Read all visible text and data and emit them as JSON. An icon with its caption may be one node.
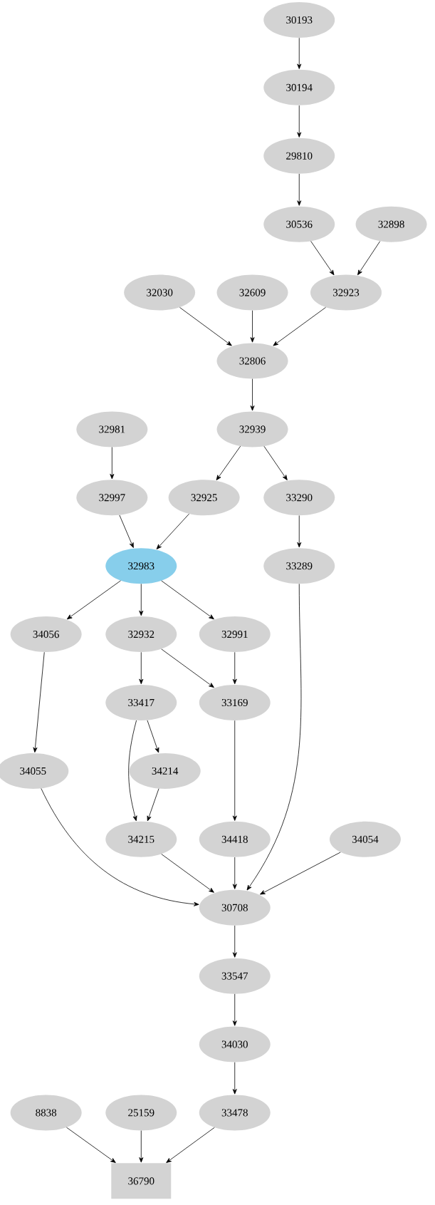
{
  "diagram": {
    "nodes": [
      {
        "text": [
          "30193"
        ]
      },
      {
        "text": [
          "30194"
        ]
      },
      {
        "text": [
          "29810"
        ]
      },
      {
        "text": [
          "30536"
        ]
      },
      {
        "text": [
          "32898"
        ]
      },
      {
        "text": [
          "32030"
        ]
      },
      {
        "text": [
          "32609"
        ]
      },
      {
        "text": [
          "32923"
        ]
      },
      {
        "text": [
          "32806"
        ]
      },
      {
        "text": [
          "32981"
        ]
      },
      {
        "text": [
          "32939"
        ]
      },
      {
        "text": [
          "32997"
        ]
      },
      {
        "text": [
          "32925"
        ]
      },
      {
        "text": [
          "33290"
        ]
      },
      {
        "text": [
          "32983"
        ]
      },
      {
        "text": [
          "33289"
        ]
      },
      {
        "text": [
          "34056"
        ]
      },
      {
        "text": [
          "32932"
        ]
      },
      {
        "text": [
          "32991"
        ]
      },
      {
        "text": [
          "33417"
        ]
      },
      {
        "text": [
          "33169"
        ]
      },
      {
        "text": [
          "34055"
        ]
      },
      {
        "text": [
          "34214"
        ]
      },
      {
        "text": [
          "34215"
        ]
      },
      {
        "text": [
          "34418"
        ]
      },
      {
        "text": [
          "34054"
        ]
      },
      {
        "text": [
          "30708"
        ]
      },
      {
        "text": [
          "33547"
        ]
      },
      {
        "text": [
          "34030"
        ]
      },
      {
        "text": [
          "8838"
        ]
      },
      {
        "text": [
          "25159"
        ]
      },
      {
        "text": [
          "33478"
        ]
      },
      {
        "text": [
          "36790"
        ]
      }
    ],
    "edges": [
      {
        "from": 0,
        "to": 1,
        "arrow": "to"
      },
      {
        "from": 1,
        "to": 2,
        "arrow": "to"
      },
      {
        "from": 2,
        "to": 3,
        "arrow": "to"
      },
      {
        "from": 3,
        "to": 7,
        "arrow": "to"
      },
      {
        "from": 4,
        "to": 7,
        "arrow": "to"
      },
      {
        "from": 5,
        "to": 8,
        "arrow": "to"
      },
      {
        "from": 6,
        "to": 8,
        "arrow": "to"
      },
      {
        "from": 7,
        "to": 8,
        "arrow": "to"
      },
      {
        "from": 8,
        "to": 10,
        "arrow": "to"
      },
      {
        "from": 9,
        "to": 11,
        "arrow": "to"
      },
      {
        "from": 10,
        "to": 12,
        "arrow": "to"
      },
      {
        "from": 10,
        "to": 13,
        "arrow": "to"
      },
      {
        "from": 11,
        "to": 14,
        "arrow": "to"
      },
      {
        "from": 12,
        "to": 14,
        "arrow": "to"
      },
      {
        "from": 13,
        "to": 15,
        "arrow": "to"
      },
      {
        "from": 14,
        "to": 16,
        "arrow": "to"
      },
      {
        "from": 14,
        "to": 17,
        "arrow": "to"
      },
      {
        "from": 14,
        "to": 18,
        "arrow": "to"
      },
      {
        "from": 16,
        "to": 21,
        "arrow": "to"
      },
      {
        "from": 17,
        "to": 19,
        "arrow": "to"
      },
      {
        "from": 17,
        "to": 20,
        "arrow": "to"
      },
      {
        "from": 18,
        "to": 20,
        "arrow": "to"
      },
      {
        "from": 19,
        "to": 22,
        "arrow": "to"
      },
      {
        "from": 19,
        "to": 23,
        "arrow": "to"
      },
      {
        "from": 22,
        "to": 23,
        "arrow": "to"
      },
      {
        "from": 20,
        "to": 24,
        "arrow": "to"
      },
      {
        "from": 15,
        "to": 26,
        "arrow": "to"
      },
      {
        "from": 21,
        "to": 26,
        "arrow": "to"
      },
      {
        "from": 23,
        "to": 26,
        "arrow": "to"
      },
      {
        "from": 24,
        "to": 26,
        "arrow": "to"
      },
      {
        "from": 25,
        "to": 26,
        "arrow": "to"
      },
      {
        "from": 26,
        "to": 27,
        "arrow": "to"
      },
      {
        "from": 27,
        "to": 28,
        "arrow": "to"
      },
      {
        "from": 28,
        "to": 31,
        "arrow": "to"
      },
      {
        "from": 29,
        "to": 32,
        "arrow": "to"
      },
      {
        "from": 30,
        "to": 32,
        "arrow": "to"
      },
      {
        "from": 31,
        "to": 32,
        "arrow": "to"
      }
    ]
  }
}
